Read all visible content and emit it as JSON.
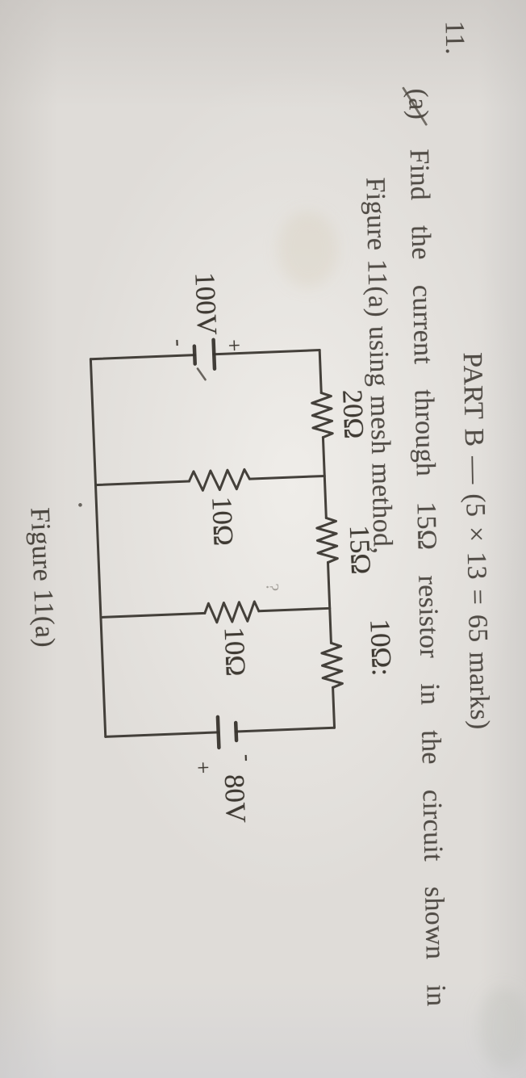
{
  "page": {
    "background_hex": "#dfdcd8",
    "text_ink_hex": "#514c46",
    "circuit_ink_hex": "#38342e"
  },
  "header": {
    "title": "PART B — (5 × 13 = 65 marks)"
  },
  "question": {
    "number": "11.",
    "part_label": "(a)",
    "line1": "Find the current through 15Ω resistor in the circuit shown in",
    "line2": "Figure 11(a) using mesh method,"
  },
  "figure": {
    "caption": "Figure 11(a)",
    "circuit": {
      "left_source": {
        "label": "100V",
        "plus": "+",
        "minus": "-"
      },
      "right_source": {
        "label": "80V",
        "plus": "+",
        "minus": "-"
      },
      "resistors": [
        {
          "id": "top-left",
          "label": "20Ω"
        },
        {
          "id": "top-middle",
          "label": "15Ω"
        },
        {
          "id": "top-right",
          "label": "10Ω:"
        },
        {
          "id": "branch-left",
          "label": "10Ω"
        },
        {
          "id": "branch-right",
          "label": "10Ω"
        }
      ]
    }
  },
  "artifacts": {
    "stray_mark": "?"
  }
}
